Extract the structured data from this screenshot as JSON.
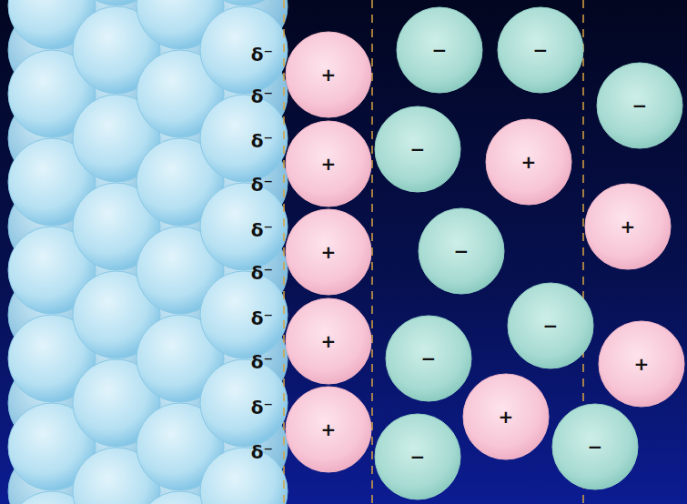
{
  "diagram": {
    "nodes": [
      {
        "text": [
          "−"
        ]
      },
      {
        "text": [
          "−"
        ]
      },
      {
        "text": [
          "+"
        ]
      },
      {
        "text": [
          "−"
        ]
      },
      {
        "text": [
          "−"
        ]
      },
      {
        "text": [
          "+"
        ]
      },
      {
        "text": [
          "+"
        ]
      },
      {
        "text": [
          "+"
        ]
      },
      {
        "text": [
          "−"
        ]
      },
      {
        "text": [
          "+"
        ]
      },
      {
        "text": [
          "−"
        ]
      },
      {
        "text": [
          "+"
        ]
      },
      {
        "text": [
          "−"
        ]
      },
      {
        "text": [
          "+"
        ]
      },
      {
        "text": [
          "+"
        ]
      },
      {
        "text": [
          "+"
        ]
      },
      {
        "text": [
          "−"
        ]
      },
      {
        "text": [
          "−"
        ]
      }
    ],
    "labels": [
      "δ⁻",
      "δ⁻",
      "δ⁻",
      "δ⁻",
      "δ⁻",
      "δ⁻",
      "δ⁻",
      "δ⁻",
      "δ⁻",
      "δ⁻"
    ]
  }
}
